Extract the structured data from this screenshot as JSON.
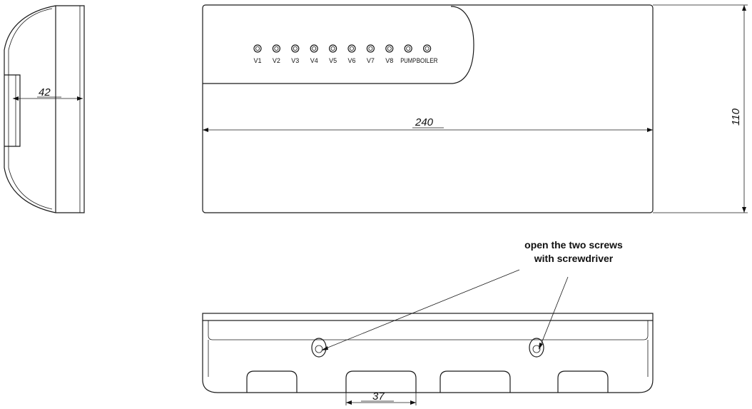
{
  "dimensions": {
    "depth": "42",
    "length": "240",
    "height": "110",
    "spacing": "37"
  },
  "leds": [
    "V1",
    "V2",
    "V3",
    "V4",
    "V5",
    "V6",
    "V7",
    "V8",
    "PUMP",
    "BOILER"
  ],
  "note": {
    "line1": "open the two screws",
    "line2": "with screwdriver"
  }
}
